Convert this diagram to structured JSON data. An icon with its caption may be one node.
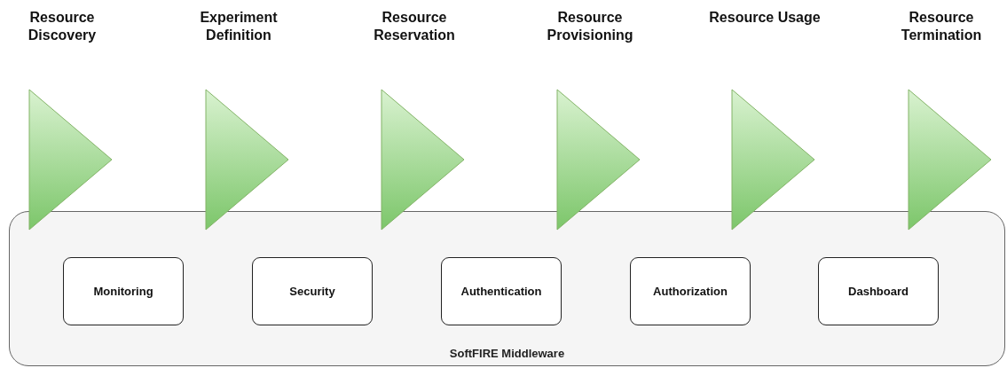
{
  "diagram": {
    "nodes": [
      {
        "text": [
          "Resource Discovery"
        ]
      },
      {
        "text": [
          "Experiment Definition"
        ]
      },
      {
        "text": [
          "Resource Reservation"
        ]
      },
      {
        "text": [
          "Resource Provisioning"
        ]
      },
      {
        "text": [
          "Resource Usage"
        ]
      },
      {
        "text": [
          "Resource Termination"
        ]
      },
      {
        "text": [
          "SoftFIRE Middleware"
        ]
      },
      {
        "text": [
          "Monitoring"
        ],
        "in": 6
      },
      {
        "text": [
          "Security"
        ],
        "in": 6
      },
      {
        "text": [
          "Authentication"
        ],
        "in": 6
      },
      {
        "text": [
          "Authorization"
        ],
        "in": 6
      },
      {
        "text": [
          "Dashboard"
        ],
        "in": 6
      }
    ]
  }
}
